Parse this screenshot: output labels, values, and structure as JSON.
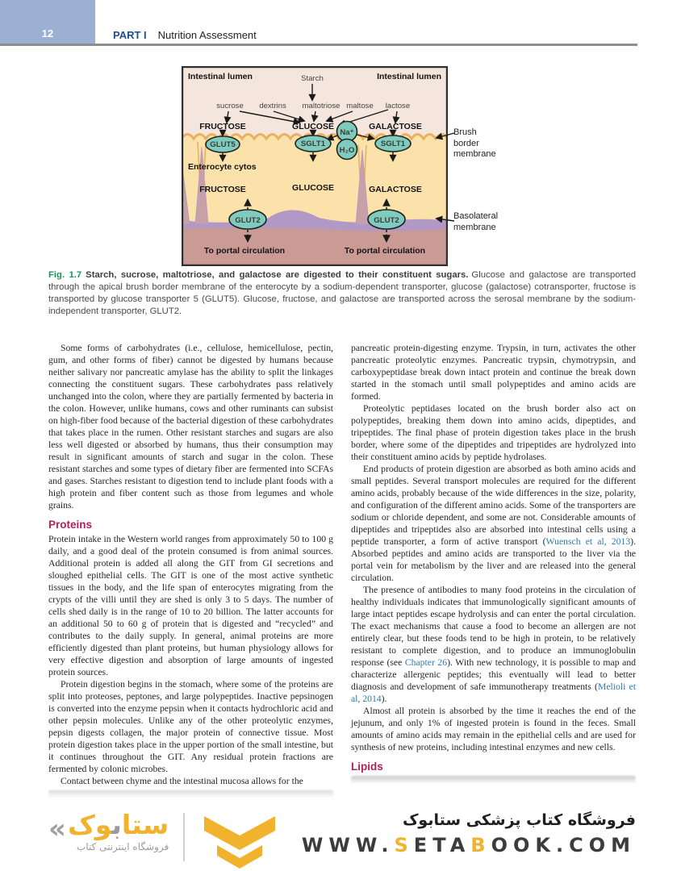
{
  "colors": {
    "header_band": "#9bb0d2",
    "part_label_blue": "#1d4f91",
    "heading_magenta": "#b0205c",
    "link_blue": "#2d79b4",
    "caption_green": "#1d9558",
    "footer_yellow": "#f1b32e",
    "body_text": "#262626"
  },
  "page": {
    "number": "12",
    "part_label": "PART I",
    "part_title": "Nutrition Assessment"
  },
  "figure": {
    "colors": {
      "lumen": "#f4e6dd",
      "cell": "#fbe2ab",
      "membrane": "#eab061",
      "transporter_teal": "#7fccbe",
      "basolateral_purple": "#b299c5",
      "serosa_mauve": "#ca9a94"
    },
    "labels": {
      "intestinal_lumen": "Intestinal lumen",
      "starch": "Starch",
      "sucrose": "sucrose",
      "dextrins": "dextrins",
      "maltotriose": "maltotriose",
      "maltose": "maltose",
      "lactose": "lactose",
      "fructose": "FRUCTOSE",
      "glucose": "GLUCOSE",
      "galactose": "GALACTOSE",
      "glut5": "GLUT5",
      "sglt1": "SGLT1",
      "na": "Na⁺",
      "h2o": "H₂O",
      "enterocyte_cytos": "Enterocyte cytos",
      "glut2": "GLUT2",
      "to_portal_circulation": "To portal circulation"
    },
    "annotations": {
      "brush_border": [
        "Brush",
        "border",
        "membrane"
      ],
      "basolateral": [
        "Basolateral",
        "membrane"
      ]
    },
    "caption": {
      "tag": "Fig. 1.7",
      "title": "Starch, sucrose, maltotriose, and galactose are digested to their constituent sugars.",
      "body": "Glucose and galactose are transported through the apical brush border membrane of the enterocyte by a sodium-dependent transporter, glucose (galactose) cotransporter, fructose is transported by glucose transporter 5 (GLUT5). Glucose, fructose, and galactose are transported across the serosal membrane by the sodium-independent transporter, GLUT2."
    }
  },
  "article": {
    "left_column": [
      {
        "type": "paragraph",
        "indent": true,
        "segments": [
          {
            "text": "Some forms of carbohydrates (i.e., cellulose, hemicellulose, pectin, gum, and other forms of fiber) cannot be digested by humans because neither salivary nor pancreatic amylase has the ability to split the linkages connecting the constituent sugars. These carbohydrates pass relatively unchanged into the colon, where they are partially fermented by bacteria in the colon. However, unlike humans, cows and other ruminants can subsist on high-fiber food because of the bacterial digestion of these carbohydrates that takes place in the rumen. Other resistant starches and sugars are also less well digested or absorbed by humans, thus their consumption may result in significant amounts of starch and sugar in the colon. These resistant starches and some types of dietary fiber are fermented into SCFAs and gases. Starches resistant to digestion tend to include plant foods with a high protein and fiber content such as those from legumes and whole grains."
          }
        ]
      },
      {
        "type": "heading",
        "text": "Proteins"
      },
      {
        "type": "paragraph",
        "indent": false,
        "segments": [
          {
            "text": "Protein intake in the Western world ranges from approximately 50 to 100 g daily, and a good deal of the protein consumed is from animal sources. Additional protein is added all along the GIT from GI secretions and sloughed epithelial cells. The GIT is one of the most active synthetic tissues in the body, and the life span of enterocytes migrating from the crypts of the villi until they are shed is only 3 to 5 days. The number of cells shed daily is in the range of 10 to 20 billion. The latter accounts for an additional 50 to 60 g of protein that is digested and “recycled” and contributes to the daily supply. In general, animal proteins are more efficiently digested than plant proteins, but human physiology allows for very effective digestion and absorption of large amounts of ingested protein sources."
          }
        ]
      },
      {
        "type": "paragraph",
        "indent": true,
        "segments": [
          {
            "text": "Protein digestion begins in the stomach, where some of the proteins are split into proteoses, peptones, and large polypeptides. Inactive pepsinogen is converted into the enzyme pepsin when it contacts hydrochloric acid and other pepsin molecules. Unlike any of the other proteolytic enzymes, pepsin digests collagen, the major protein of connective tissue. Most protein digestion takes place in the upper portion of the small intestine, but it continues throughout the GIT. Any residual protein fractions are fermented by colonic microbes."
          }
        ]
      },
      {
        "type": "paragraph",
        "indent": true,
        "segments": [
          {
            "text": "Contact between chyme and the intestinal mucosa allows for the"
          }
        ]
      },
      {
        "type": "faded"
      }
    ],
    "right_column": [
      {
        "type": "paragraph",
        "indent": false,
        "segments": [
          {
            "text": "pancreatic protein-digesting enzyme. Trypsin, in turn, activates the other pancreatic proteolytic enzymes. Pancreatic trypsin, chymotrypsin, and carboxypeptidase break down intact protein and continue the break down started in the stomach until small polypeptides and amino acids are formed."
          }
        ]
      },
      {
        "type": "paragraph",
        "indent": true,
        "segments": [
          {
            "text": "Proteolytic peptidases located on the brush border also act on polypeptides, breaking them down into amino acids, dipeptides, and tripeptides. The final phase of protein digestion takes place in the brush border, where some of the dipeptides and tripeptides are hydrolyzed into their constituent amino acids by peptide hydrolases."
          }
        ]
      },
      {
        "type": "paragraph",
        "indent": true,
        "segments": [
          {
            "text": "End products of protein digestion are absorbed as both amino acids and small peptides. Several transport molecules are required for the different amino acids, probably because of the wide differences in the size, polarity, and configuration of the different amino acids. Some of the transporters are sodium or chloride dependent, and some are not. Considerable amounts of dipeptides and tripeptides also are absorbed into intestinal cells using a peptide transporter, a form of active transport ("
          },
          {
            "text": "Wuensch et al, 2013",
            "link": true
          },
          {
            "text": "). Absorbed peptides and amino acids are transported to the liver via the portal vein for metabolism by the liver and are released into the general circulation."
          }
        ]
      },
      {
        "type": "paragraph",
        "indent": true,
        "segments": [
          {
            "text": "The presence of antibodies to many food proteins in the circulation of healthy individuals indicates that immunologically significant amounts of large intact peptides escape hydrolysis and can enter the portal circulation. The exact mechanisms that cause a food to become an allergen are not entirely clear, but these foods tend to be high in protein, to be relatively resistant to complete digestion, and to produce an immunoglobulin response (see "
          },
          {
            "text": "Chapter 26",
            "link": true
          },
          {
            "text": "). With new technology, it is possible to map and characterize allergenic peptides; this eventually will lead to better diagnosis and development of safe immunotherapy treatments ("
          },
          {
            "text": "Melioli et al, 2014",
            "link": true
          },
          {
            "text": ")."
          }
        ]
      },
      {
        "type": "paragraph",
        "indent": true,
        "segments": [
          {
            "text": "Almost all protein is absorbed by the time it reaches the end of the jejunum, and only 1% of ingested protein is found in the feces. Small amounts of amino acids may remain in the epithelial cells and are used for synthesis of new proteins, including intestinal enzymes and new cells."
          }
        ]
      },
      {
        "type": "heading",
        "text": "Lipids"
      },
      {
        "type": "faded"
      }
    ]
  },
  "footer": {
    "logo": {
      "chevron": "«",
      "wordmark_segments": [
        {
          "t": "ستا",
          "c": "#f1b32e"
        },
        {
          "t": "ب",
          "c": "#9b9b9b"
        },
        {
          "t": "وک",
          "c": "#f1b32e"
        }
      ],
      "tagline": "فروشگاه اینترنتی کتاب"
    },
    "fa_title": "فروشگاه کتاب پزشکی ستابوک",
    "url_segments": [
      {
        "t": "WWW.",
        "c": "#3c3c3c"
      },
      {
        "t": "S",
        "c": "#f1b32e"
      },
      {
        "t": "ETA",
        "c": "#3c3c3c"
      },
      {
        "t": "B",
        "c": "#f1b32e"
      },
      {
        "t": "OOK.COM",
        "c": "#3c3c3c"
      }
    ]
  }
}
